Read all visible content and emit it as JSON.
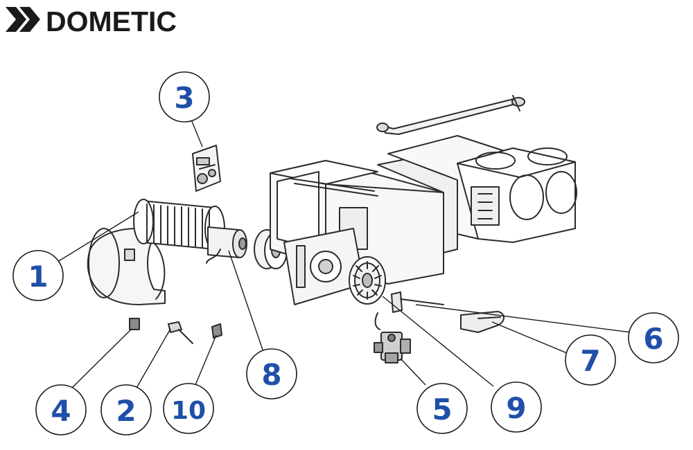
{
  "brand": {
    "name": "DOMETIC",
    "color": "#1a1a1a"
  },
  "callouts": [
    {
      "id": "1",
      "label": "1"
    },
    {
      "id": "2",
      "label": "2"
    },
    {
      "id": "3",
      "label": "3"
    },
    {
      "id": "4",
      "label": "4"
    },
    {
      "id": "5",
      "label": "5"
    },
    {
      "id": "6",
      "label": "6"
    },
    {
      "id": "7",
      "label": "7"
    },
    {
      "id": "8",
      "label": "8"
    },
    {
      "id": "9",
      "label": "9"
    },
    {
      "id": "10",
      "label": "10"
    }
  ],
  "colors": {
    "callout_number": "#1f4fa8",
    "line_art": "#2b2b2b",
    "background": "#ffffff"
  }
}
